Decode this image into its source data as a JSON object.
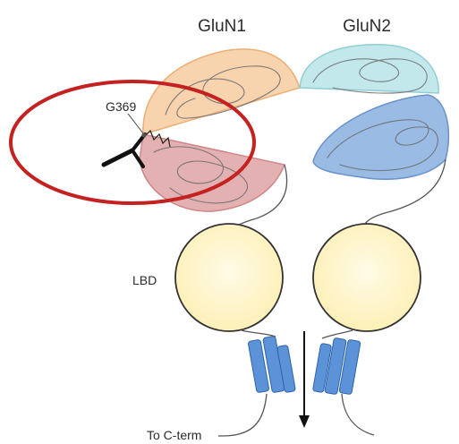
{
  "diagram": {
    "subunit_labels": {
      "left": "GluN1",
      "right": "GluN2"
    },
    "site_label": "G369",
    "domain_label": "LBD",
    "tail_label": "To C-term",
    "colors": {
      "glun1_upper": "#f7cfa6",
      "glun1_upper_edge": "#e9a869",
      "glun1_lower": "#e2a9aa",
      "glun1_lower_edge": "#c97b7d",
      "glun2_upper": "#bde6ea",
      "glun2_upper_edge": "#86c9cf",
      "glun2_lower": "#8fb4e2",
      "glun2_lower_edge": "#5a88c4",
      "lbd_fill": "#fdf0b8",
      "lbd_center": "#fffbe6",
      "tm_helix": "#5c93d8",
      "highlight_ring": "#c42121",
      "antibody": "#111111"
    },
    "icons": [
      "antibody-y-icon",
      "down-arrow-icon"
    ]
  }
}
